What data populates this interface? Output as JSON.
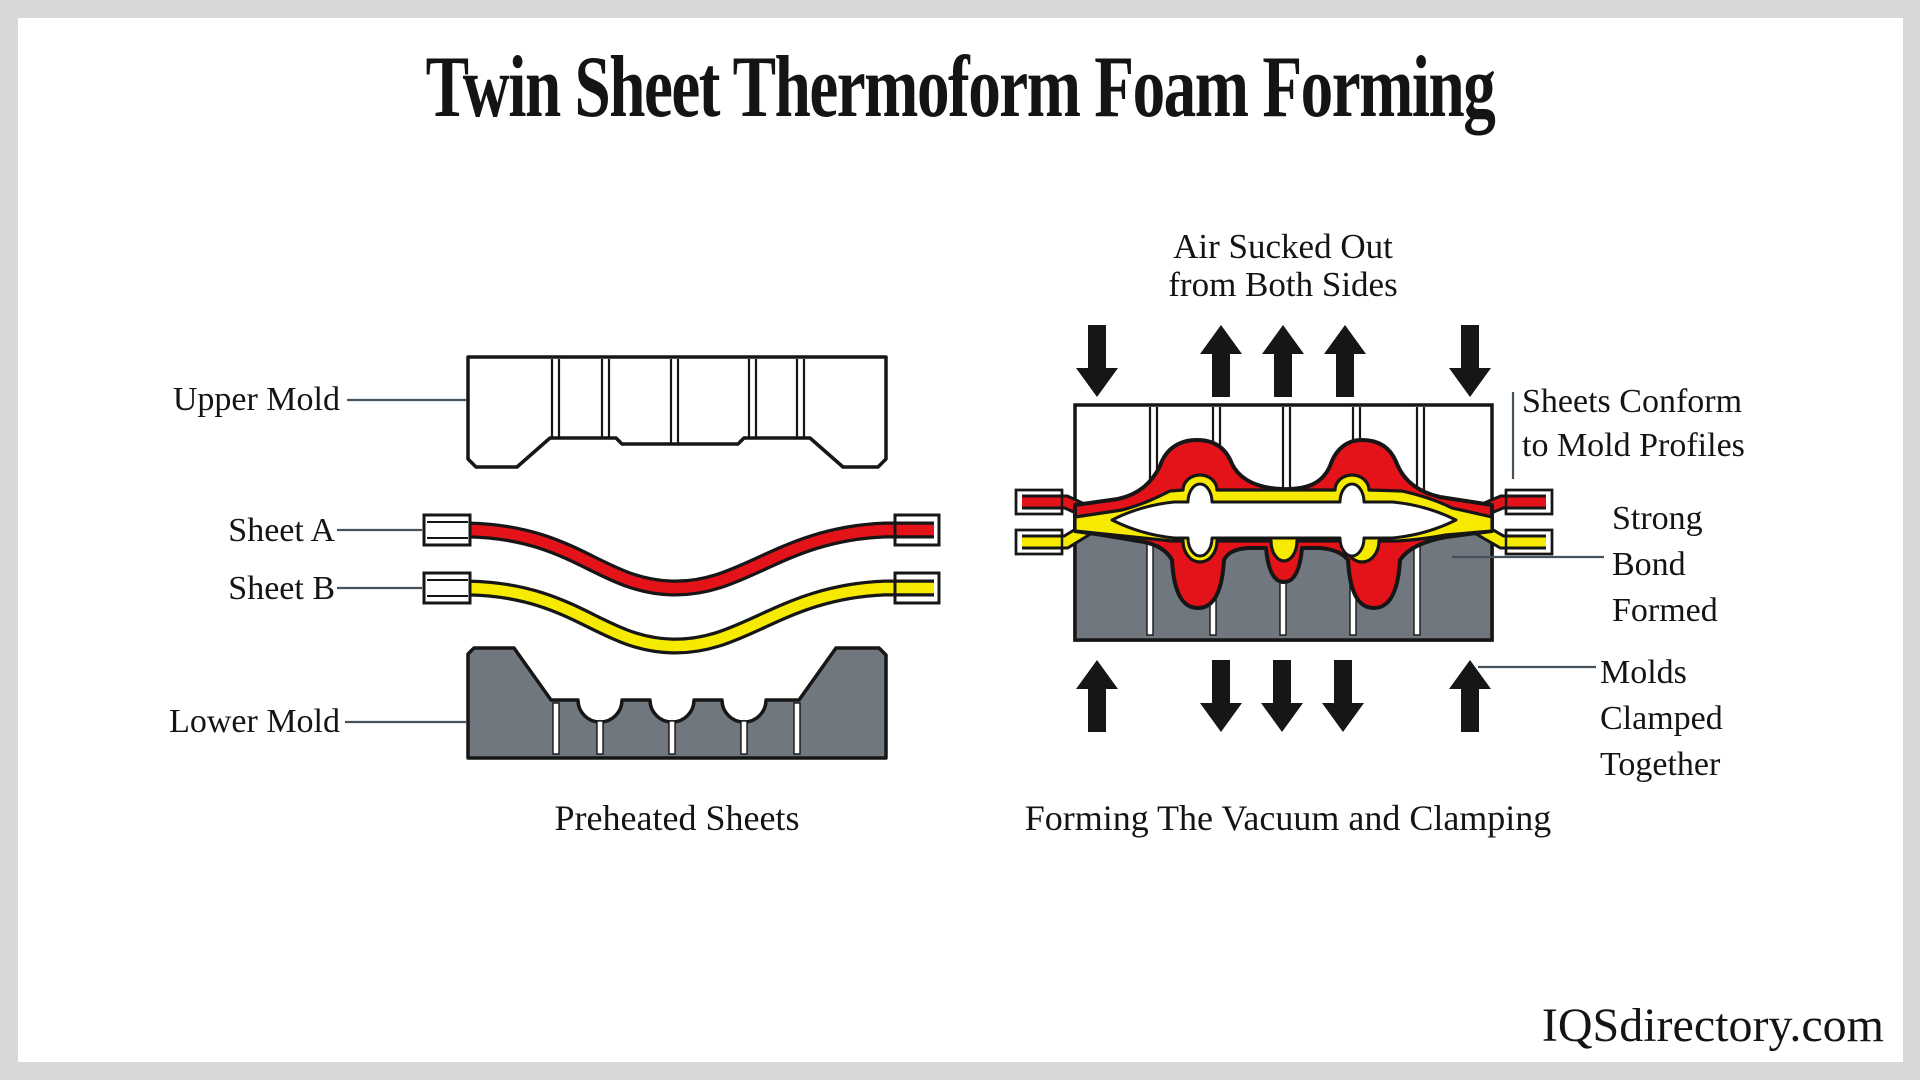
{
  "title": "Twin Sheet Thermoform Foam Forming",
  "watermark": "IQSdirectory.com",
  "colors": {
    "sheet_a_red": "#e41319",
    "sheet_b_yellow": "#f6eb00",
    "mold_gray": "#71777f",
    "outline_black": "#161616",
    "leader_line": "#44525e",
    "frame_gray": "#d8d8d8",
    "canvas_white": "#ffffff"
  },
  "stage_left": {
    "caption": "Preheated Sheets",
    "labels": {
      "upper_mold": "Upper Mold",
      "sheet_a": "Sheet A",
      "sheet_b": "Sheet B",
      "lower_mold": "Lower Mold"
    }
  },
  "stage_right": {
    "caption": "Forming The Vacuum and Clamping",
    "labels": {
      "air": [
        "Air Sucked Out",
        "from Both Sides"
      ],
      "sheets_conform": [
        "Sheets Conform",
        "to Mold Profiles"
      ],
      "strong_bond": [
        "Strong",
        "Bond",
        "Formed"
      ],
      "molds_clamped": [
        "Molds",
        "Clamped",
        "Together"
      ]
    }
  }
}
